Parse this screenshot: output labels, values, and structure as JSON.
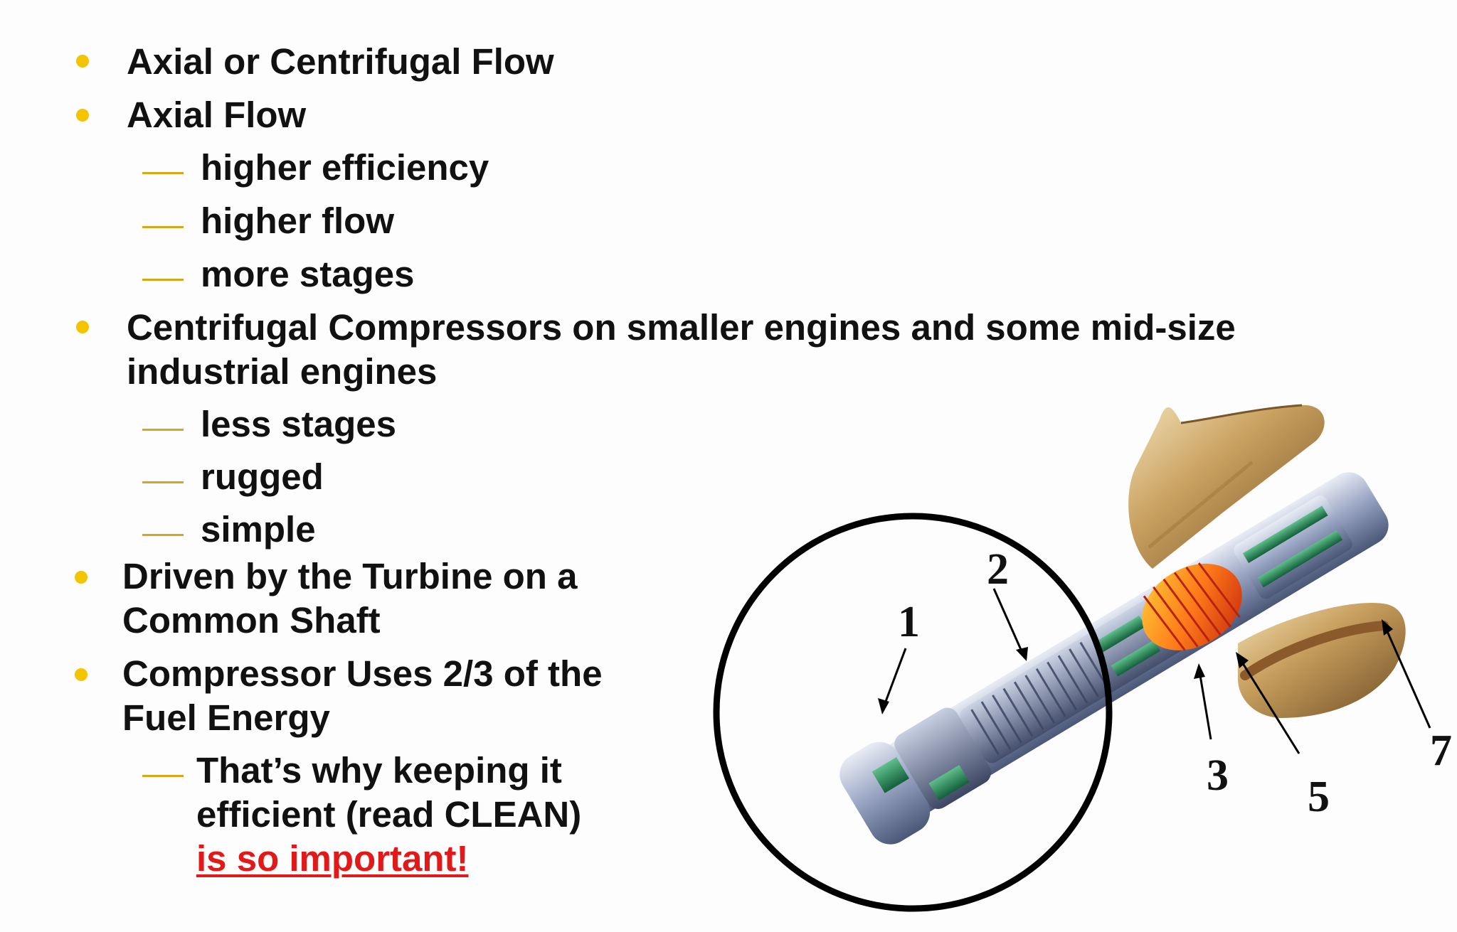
{
  "bullets": {
    "b1": "Axial or Centrifugal Flow",
    "b2": "Axial Flow",
    "b2_subs": [
      "higher efficiency",
      "higher flow",
      "more stages"
    ],
    "b3_line1": "Centrifugal Compressors on smaller engines and some mid-size",
    "b3_line2": "industrial engines",
    "b3_subs": [
      "less stages",
      "rugged",
      "simple"
    ],
    "b4_line1": "Driven by the Turbine on a",
    "b4_line2": "Common Shaft",
    "b5_line1": "Compressor Uses 2/3 of the",
    "b5_line2": "Fuel Energy",
    "b5_sub_line1": "That’s why keeping it",
    "b5_sub_line2": "efficient (read CLEAN)",
    "b5_sub_important": "is so important!"
  },
  "figure": {
    "callouts": [
      "1",
      "2",
      "3",
      "5",
      "7"
    ]
  },
  "colors": {
    "bullet": "#f4c400",
    "dash": "#d7a719",
    "important": "#e11919"
  }
}
